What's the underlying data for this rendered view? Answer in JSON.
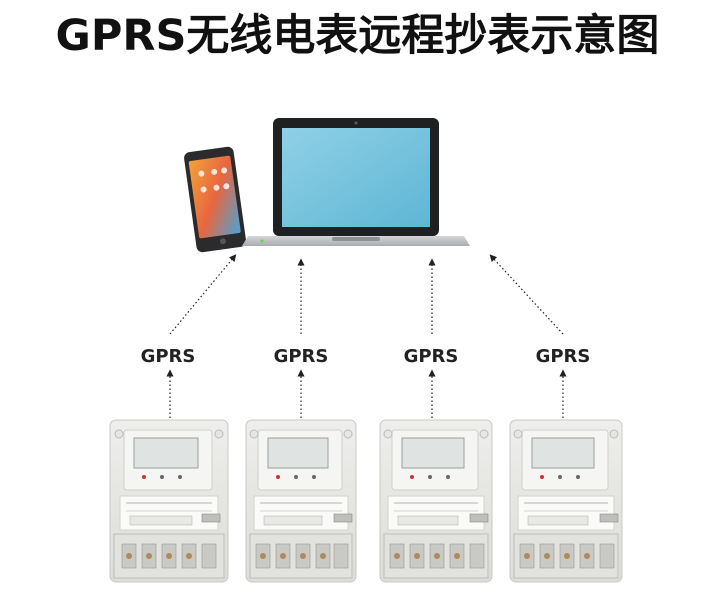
{
  "title": "GPRS无线电表远程抄表示意图",
  "links": [
    {
      "label": "GPRS"
    },
    {
      "label": "GPRS"
    },
    {
      "label": "GPRS"
    },
    {
      "label": "GPRS"
    }
  ],
  "devices": {
    "phone": "smartphone-icon",
    "laptop": "laptop-icon",
    "meter": "electric-meter-icon"
  }
}
